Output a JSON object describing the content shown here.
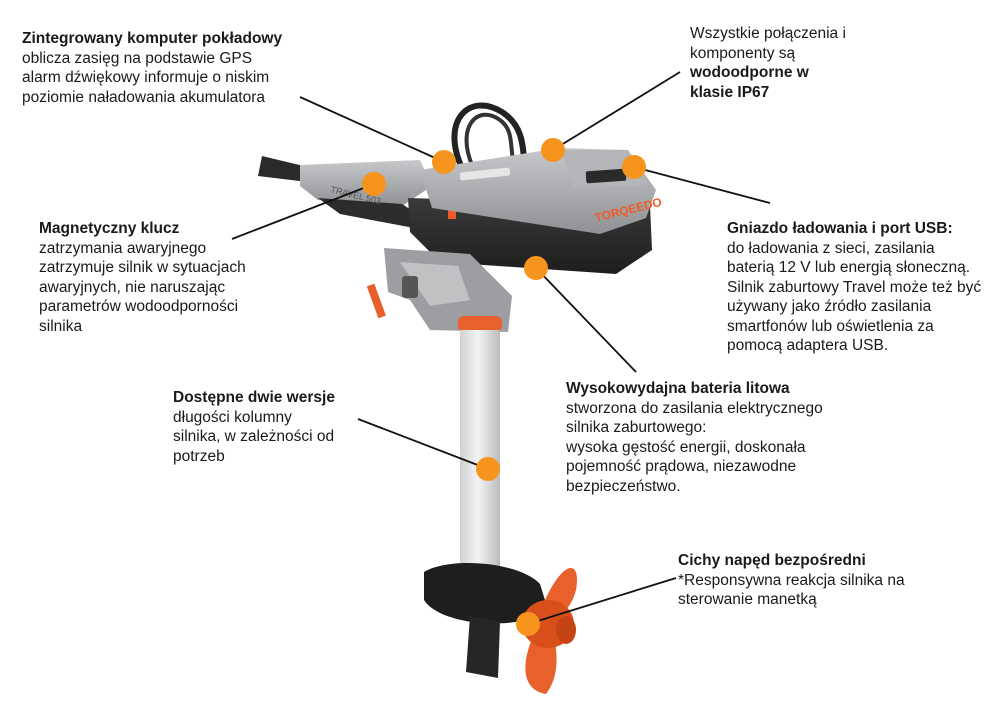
{
  "brand": {
    "cover_logo": "TORQEEDO",
    "tiller_label": "TRAVEL 503"
  },
  "colors": {
    "accent": "#f7941d",
    "housing_gray": "#a7a9ac",
    "dark": "#2b2b2b",
    "propeller": "#e8612c"
  },
  "callouts": {
    "computer": {
      "title": "Zintegrowany komputer pokładowy",
      "lines": [
        "oblicza zasięg na podstawie GPS",
        "alarm dźwiękowy informuje o niskim",
        "poziomie naładowania akumulatora"
      ]
    },
    "ip67": {
      "lines": [
        "Wszystkie połączenia i",
        "komponenty są"
      ],
      "bold_lines": [
        "wodoodporne w",
        "klasie IP67"
      ]
    },
    "key": {
      "title": "Magnetyczny klucz",
      "lines": [
        "zatrzymania awaryjnego",
        "zatrzymuje silnik w sytuacjach",
        "awaryjnych, nie naruszając",
        "parametrów wodoodporności",
        "silnika"
      ]
    },
    "usb": {
      "title": "Gniazdo ładowania i port USB:",
      "lines": [
        "do ładowania z sieci, zasilania",
        "baterią 12 V lub energią słoneczną.",
        "Silnik zaburtowy Travel może też być",
        "używany jako źródło zasilania",
        "smartfonów lub oświetlenia za",
        "pomocą adaptera USB."
      ]
    },
    "battery": {
      "title": "Wysokowydajna bateria litowa",
      "lines": [
        "stworzona do zasilania elektrycznego",
        "silnika zaburtowego:",
        "wysoka gęstość energii, doskonała",
        "pojemność prądowa, niezawodne",
        "bezpieczeństwo."
      ]
    },
    "column": {
      "title": "Dostępne dwie wersje",
      "lines": [
        "długości kolumny",
        "silnika, w zależności od",
        "potrzeb"
      ]
    },
    "drive": {
      "title": "Cichy napęd bezpośredni",
      "lines": [
        "*Responsywna reakcja silnika na",
        "sterowanie manetką"
      ]
    }
  }
}
